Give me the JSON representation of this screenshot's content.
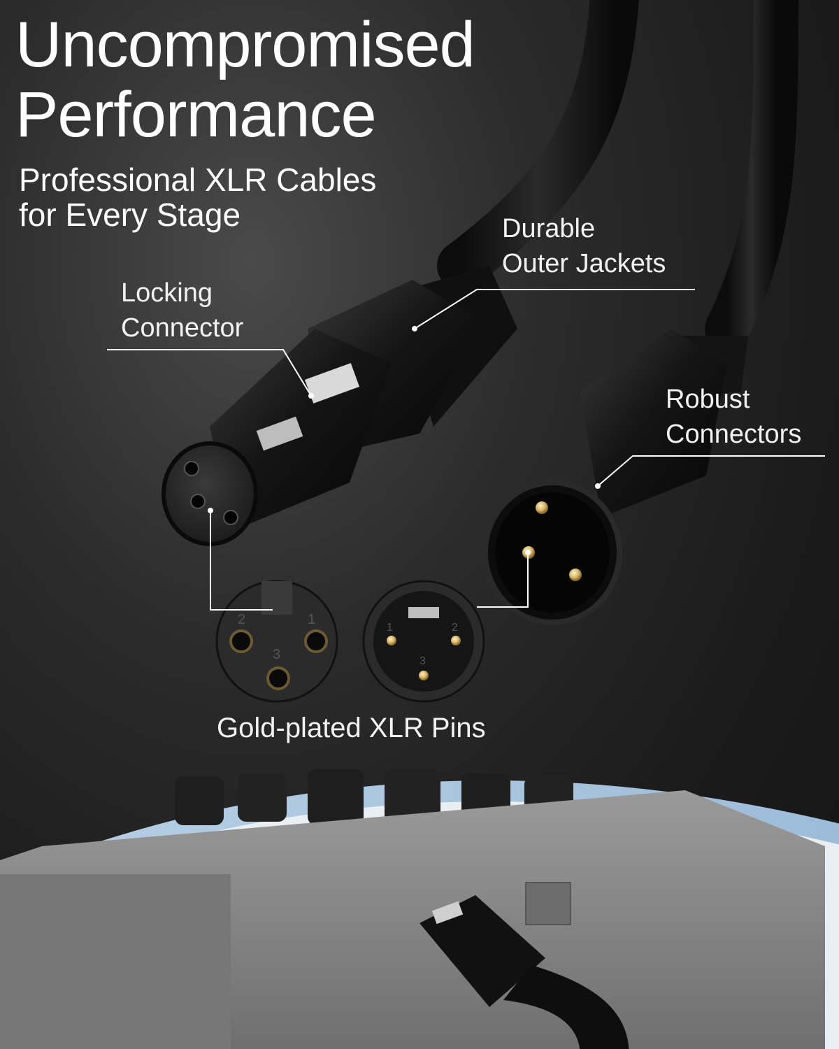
{
  "headline": {
    "line1": "Uncompromised",
    "line2": "Performance"
  },
  "subheadline": {
    "line1": "Professional XLR Cables",
    "line2": "for Every Stage"
  },
  "callouts": {
    "locking": {
      "line1": "Locking",
      "line2": "Connector"
    },
    "durable": {
      "line1": "Durable",
      "line2": "Outer Jackets"
    },
    "robust": {
      "line1": "Robust",
      "line2": "Connectors"
    },
    "pins": {
      "label": "Gold-plated XLR Pins"
    }
  },
  "pin_numbers": {
    "female": [
      "2",
      "1",
      "3"
    ],
    "male": [
      "1",
      "2",
      "3"
    ]
  },
  "colors": {
    "background": "#1b1b1b",
    "text": "#ffffff",
    "mixer_panel": "#8a8a8a",
    "accent_band": "#a9c4dc",
    "gold_pin": "#d8b66a"
  }
}
